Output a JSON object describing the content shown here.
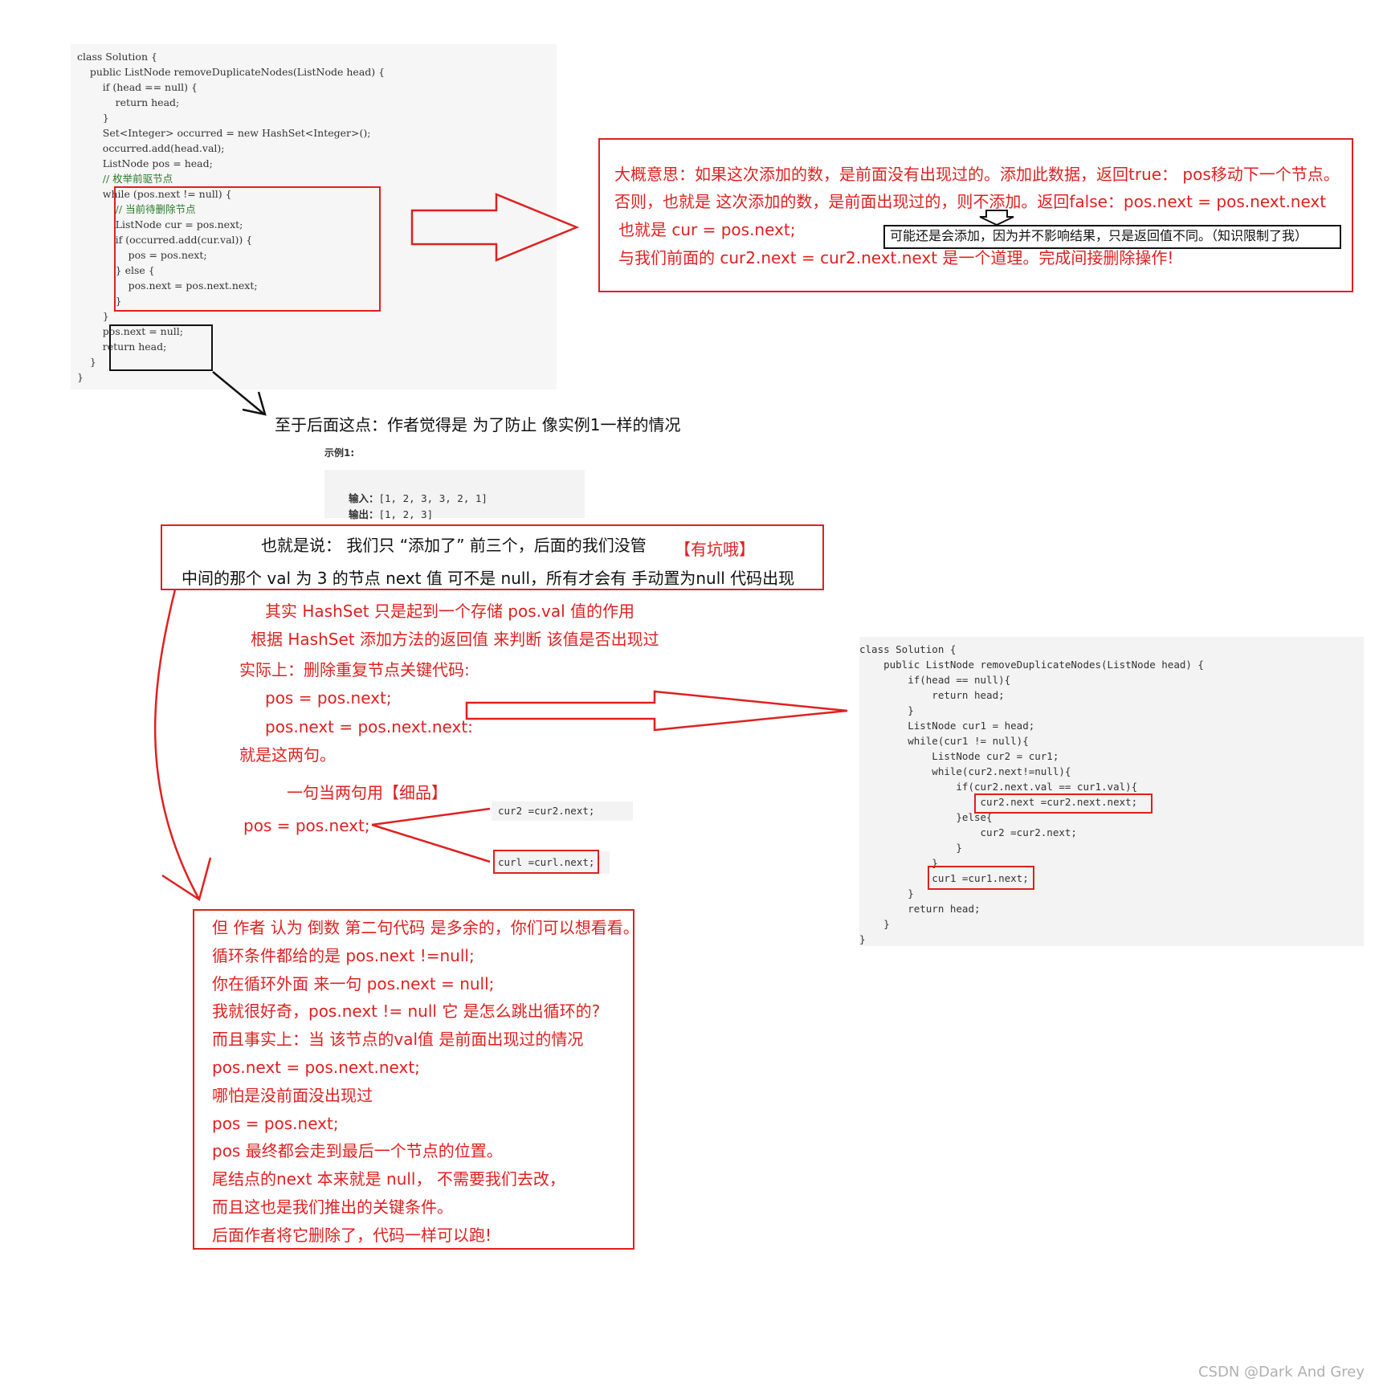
{
  "code_left": {
    "lines": [
      "class Solution {",
      "    public ListNode removeDuplicateNodes(ListNode head) {",
      "        if (head == null) {",
      "            return head;",
      "        }",
      "        Set<Integer> occurred = new HashSet<Integer>();",
      "        occurred.add(head.val);",
      "        ListNode pos = head;",
      "        // 枚举前驱节点",
      "        while (pos.next != null) {",
      "            // 当前待删除节点",
      "            ListNode cur = pos.next;",
      "            if (occurred.add(cur.val)) {",
      "                pos = pos.next;",
      "            } else {",
      "                pos.next = pos.next.next;",
      "            }",
      "        }",
      "        pos.next = null;",
      "        return head;",
      "    }",
      "}"
    ]
  },
  "explain_box": {
    "line1": "大概意思：如果这次添加的数，是前面没有出现过的。添加此数据，返回true： pos移动下一个节点。",
    "line2": "否则，也就是 这次添加的数，是前面出现过的，则不添加。返回false：pos.next = pos.next.next",
    "line3": "也就是  cur = pos.next;",
    "line4": "与我们前面的  cur2.next = cur2.next.next  是一个道理。完成间接删除操作!",
    "aside": "可能还是会添加，因为并不影响结果，只是返回值不同。（知识限制了我）"
  },
  "reason_text": "至于后面这点：作者觉得是 为了防止  像实例1一样的情况",
  "example": {
    "title": "示例1:",
    "input_label": "输入：",
    "input_value": "[1, 2, 3, 3, 2, 1]",
    "output_label": "输出：",
    "output_value": "[1, 2, 3]"
  },
  "pitfall_box": {
    "line1": "也就是说：  我们只 “添加了” 前三个，后面的我们没管",
    "tag": "【有坑哦】",
    "line2": "中间的那个 val 为 3 的节点 next 值 可不是 null，所有才会有 手动置为null 代码出现"
  },
  "mid_notes": [
    "其实 HashSet  只是起到一个存储 pos.val 值的作用",
    "根据 HashSet 添加方法的返回值 来判断 该值是否出现过",
    "实际上：删除重复节点关键代码:",
    "pos = pos.next;",
    "pos.next = pos.next.next:",
    "就是这两句。",
    "一句当两句用【细品】",
    "pos = pos.next;"
  ],
  "snippets": {
    "s1": "cur2 =cur2.next;",
    "s2": "curl =curl.next;"
  },
  "code_right": {
    "lines": [
      "class Solution {",
      "    public ListNode removeDuplicateNodes(ListNode head) {",
      "        if(head == null){",
      "            return head;",
      "        }",
      "        ListNode cur1 = head;",
      "        while(cur1 != null){",
      "            ListNode cur2 = cur1;",
      "            while(cur2.next!=null){",
      "                if(cur2.next.val == cur1.val){",
      "                    cur2.next =cur2.next.next;",
      "                }else{",
      "                    cur2 =cur2.next;",
      "                }",
      "            }",
      "            cur1 =cur1.next;",
      "        }",
      "        return head;",
      "    }",
      "}"
    ]
  },
  "bottom_box": {
    "lines": [
      "但 作者 认为  倒数 第二句代码 是多余的，你们可以想看看。",
      "循环条件都给的是 pos.next !=null;",
      " 你在循环外面 来一句 pos.next = null;",
      "我就很好奇，pos.next != null 它 是怎么跳出循环的?",
      "而且事实上：当 该节点的val值 是前面出现过的情况",
      "pos.next = pos.next.next;",
      "哪怕是没前面没出现过",
      "pos = pos.next;",
      "pos 最终都会走到最后一个节点的位置。",
      "尾结点的next 本来就是 null， 不需要我们去改，",
      "而且这也是我们推出的关键条件。",
      "后面作者将它删除了，代码一样可以跑!"
    ]
  },
  "watermark": "CSDN @Dark And Grey",
  "colors": {
    "accent_red": "#e02020",
    "code_bg": "#f6f6f6"
  }
}
